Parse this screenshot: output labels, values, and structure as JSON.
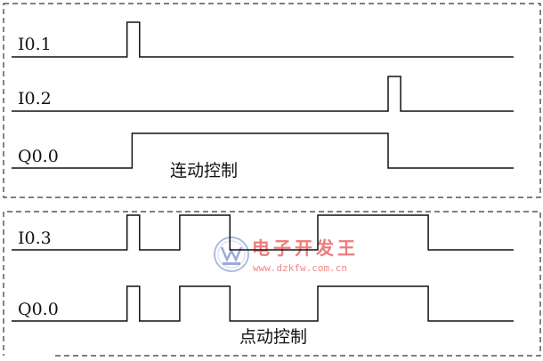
{
  "panels": [
    {
      "caption": "连动控制",
      "signals": [
        {
          "name": "I0.1",
          "edges": [
            0.23,
            0.255
          ]
        },
        {
          "name": "I0.2",
          "edges": [
            0.75,
            0.775
          ]
        },
        {
          "name": "Q0.0",
          "edges": [
            0.24,
            0.75
          ]
        }
      ]
    },
    {
      "caption": "点动控制",
      "signals": [
        {
          "name": "I0.3",
          "edges": [
            0.23,
            0.255,
            0.335,
            0.435,
            0.61,
            0.83
          ]
        },
        {
          "name": "Q0.0",
          "edges": [
            0.23,
            0.255,
            0.335,
            0.435,
            0.61,
            0.83
          ]
        }
      ]
    }
  ],
  "watermark": {
    "title": "电子开发王",
    "url": "www.dzkfw.com.cn",
    "color": "#ee7b7b"
  }
}
